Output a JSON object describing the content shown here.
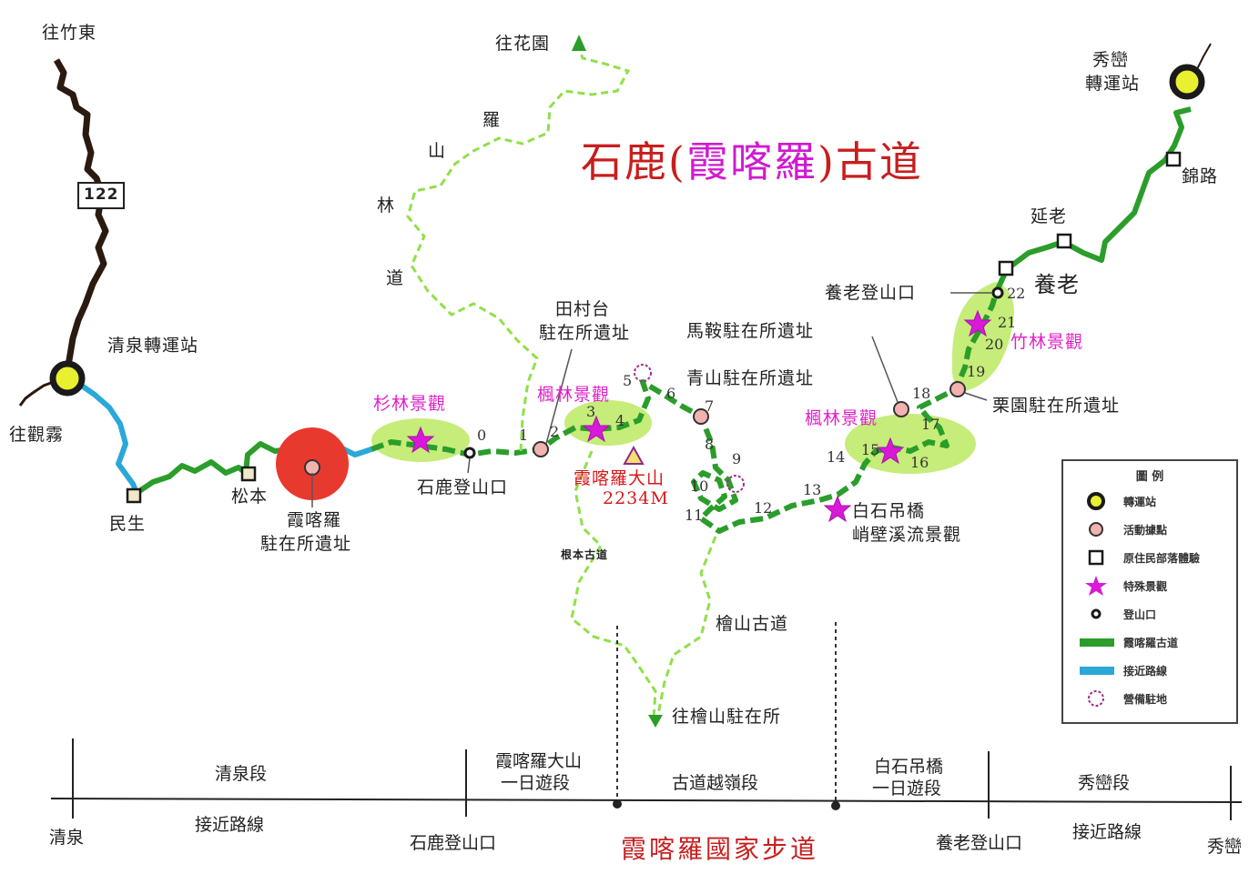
{
  "title": {
    "part1": "石鹿(",
    "part2": "霞",
    "part3": "喀",
    "part4": "羅",
    "part5": ")古道"
  },
  "road_number": "122",
  "places": {
    "to_zhudong": "往竹東",
    "to_guanwu": "往觀霧",
    "qingquan_station": "清泉轉運站",
    "minsheng": "民生",
    "songben": "松本",
    "xiakaluo_ruins_1": "霞喀羅",
    "xiakaluo_ruins_2": "駐在所遺址",
    "shilu_trailhead": "石鹿登山口",
    "shanlin_view": "杉林景觀",
    "tiancuntai_1": "田村台",
    "tiancuntai_2": "駐在所遺址",
    "fenglin_view_1": "楓林景觀",
    "qingshan_ruins": "青山駐在所遺址",
    "xiakaluo_mountain": "霞喀羅大山",
    "xiakaluo_elevation": "2234M",
    "genben_trail": "根本古道",
    "kuaishan_trail": "檜山古道",
    "to_kuaishan": "往檜山駐在所",
    "to_huayuan": "往花園",
    "forest_road_1": "羅",
    "forest_road_2": "山",
    "forest_road_3": "林",
    "forest_road_4": "道",
    "maan_ruins": "馬鞍駐在所遺址",
    "fenglin_view_2": "楓林景觀",
    "baishi_bridge": "白石吊橋",
    "cliff_view": "峭壁溪流景觀",
    "liyuan_ruins": "栗園駐在所遺址",
    "yanglao_trailhead": "養老登山口",
    "yanglao": "養老",
    "zhulin_view": "竹林景觀",
    "yanlao": "延老",
    "jinlu": "錦路",
    "xiuluan_station_1": "秀巒",
    "xiuluan_station_2": "轉運站"
  },
  "km_markers": [
    "0",
    "1",
    "2",
    "3",
    "4",
    "5",
    "6",
    "7",
    "8",
    "9",
    "10",
    "11",
    "12",
    "13",
    "14",
    "15",
    "16",
    "17",
    "18",
    "19",
    "20",
    "21",
    "22"
  ],
  "legend": {
    "title": "圖 例",
    "items": [
      {
        "label": "轉運站",
        "icon": "transfer-station-icon"
      },
      {
        "label": "活動據點",
        "icon": "activity-point-icon"
      },
      {
        "label": "原住民部落體驗",
        "icon": "aboriginal-village-icon"
      },
      {
        "label": "特殊景觀",
        "icon": "special-scenery-star-icon"
      },
      {
        "label": "登山口",
        "icon": "trailhead-icon"
      },
      {
        "label": "霞喀羅古道",
        "icon": "trail-green-line-icon"
      },
      {
        "label": "接近路線",
        "icon": "approach-route-blue-line-icon"
      },
      {
        "label": "營備駐地",
        "icon": "campsite-dashed-circle-icon"
      }
    ]
  },
  "sections": {
    "qingquan_section": "清泉段",
    "approach_left": "接近路線",
    "mountain_day_1": "霞喀羅大山",
    "mountain_day_2": "一日遊段",
    "crossing": "古道越嶺段",
    "bridge_day_1": "白石吊橋",
    "bridge_day_2": "一日遊段",
    "xiuluan_section": "秀巒段",
    "approach_right": "接近路線"
  },
  "endpoints": {
    "qingquan": "清泉",
    "shilu_trailhead": "石鹿登山口",
    "national_trail": "霞喀羅國家步道",
    "yanglao_trailhead": "養老登山口",
    "xiuluan": "秀巒"
  },
  "colors": {
    "trail": "#2a9d2a",
    "trail_light": "#8fe04a",
    "approach": "#2aa8d8",
    "road": "#2b1a10",
    "scenery_zone": "#c6ec7a",
    "star": "#d81ad8",
    "title": "#c81e1e"
  }
}
